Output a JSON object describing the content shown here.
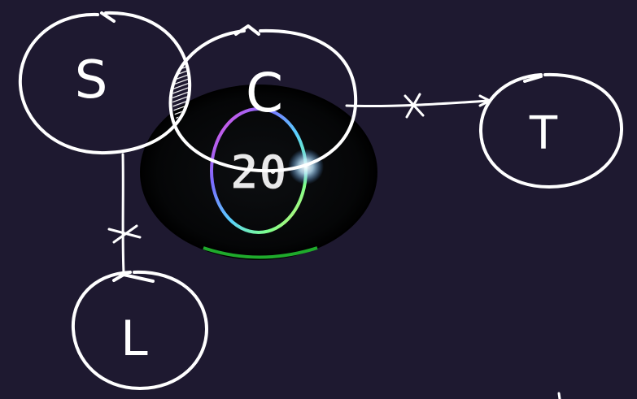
{
  "diagram": {
    "nodes": [
      {
        "id": "S",
        "label": "S"
      },
      {
        "id": "C",
        "label": "C"
      },
      {
        "id": "T",
        "label": "T"
      },
      {
        "id": "L",
        "label": "L"
      }
    ],
    "edges": [
      {
        "from": "C",
        "to": "T",
        "crossed": true,
        "directed": true
      },
      {
        "from": "S",
        "to": "L",
        "crossed": true,
        "directed": false
      }
    ],
    "overlap": {
      "between": [
        "S",
        "C"
      ],
      "shaded": true
    }
  },
  "timer": {
    "value": "20"
  },
  "colors": {
    "background": "#1e1930",
    "ink": "#ffffff",
    "timer_bg": "#000000",
    "ring_accent": "#7ad6ff"
  }
}
